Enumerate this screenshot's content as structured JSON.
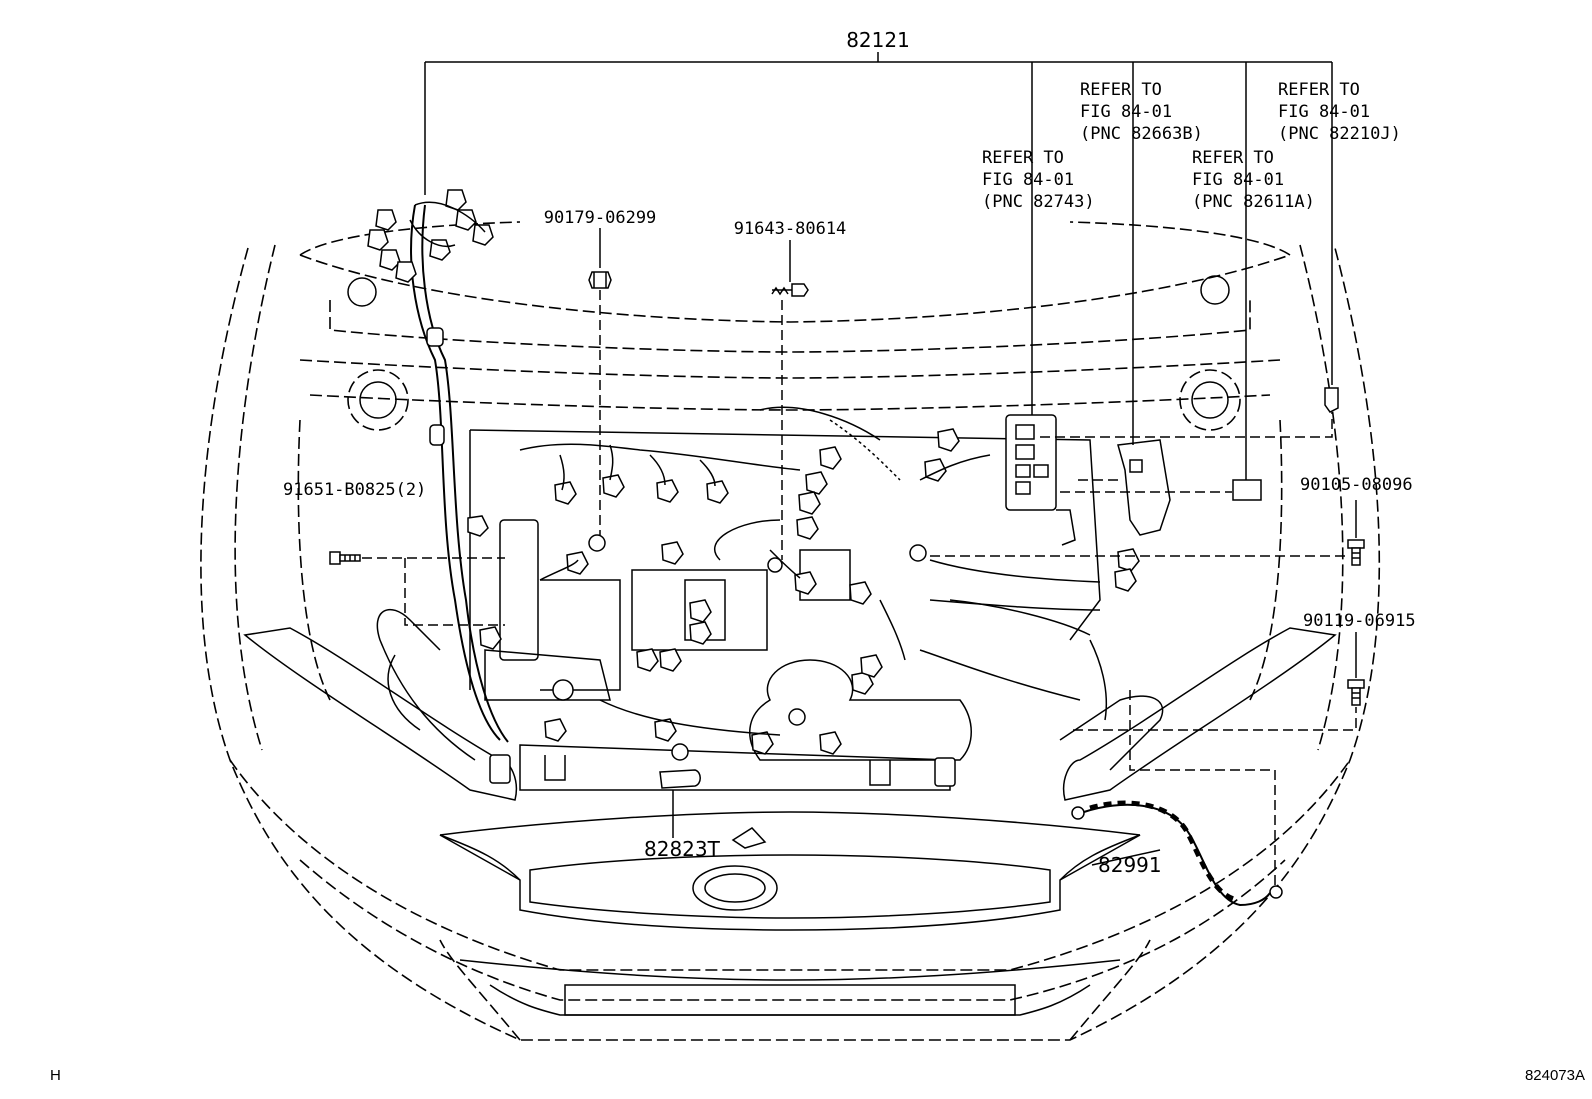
{
  "part_numbers": {
    "harness_main": "82121",
    "nut": "90179-06299",
    "stud_bolt": "91643-80614",
    "bolt_left": "91651-B0825(2)",
    "bolt_right_upper": "90105-08096",
    "bolt_right_lower": "90119-06915",
    "clamp": "82823T",
    "ground_strap": "82991"
  },
  "references": [
    {
      "line1": "REFER TO",
      "line2": "FIG 84-01",
      "line3": "(PNC 82743)"
    },
    {
      "line1": "REFER TO",
      "line2": "FIG 84-01",
      "line3": "(PNC 82663B)"
    },
    {
      "line1": "REFER TO",
      "line2": "FIG 84-01",
      "line3": "(PNC 82611A)"
    },
    {
      "line1": "REFER TO",
      "line2": "FIG 84-01",
      "line3": "(PNC 82210J)"
    }
  ],
  "corner_left": "H",
  "figure_id": "824073A"
}
